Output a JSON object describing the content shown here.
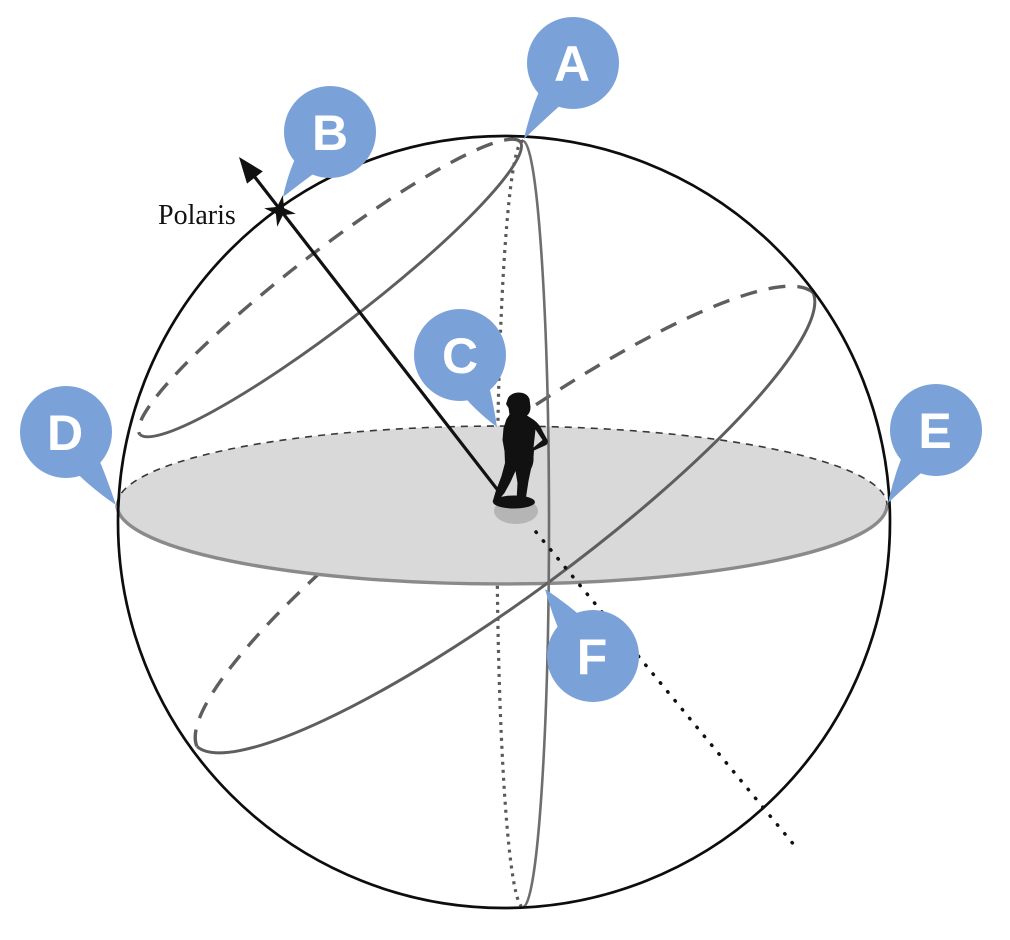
{
  "diagram": {
    "type": "celestial-sphere-observer-diagram",
    "polaris_label": "Polaris",
    "markers": [
      {
        "label": "A"
      },
      {
        "label": "B"
      },
      {
        "label": "C"
      },
      {
        "label": "D"
      },
      {
        "label": "E"
      },
      {
        "label": "F"
      }
    ],
    "colors": {
      "marker_fill": "#7BA2D8",
      "marker_text": "#FFFFFF",
      "horizon_fill": "#D9D9D9",
      "horizon_front_edge": "#8A8A8A",
      "horizon_back_edge": "#383838",
      "great_circle": "#5E5E5E",
      "meridian": "#6E6E6E",
      "sphere_outline": "#0D0D0D",
      "ink": "#111111",
      "shadow": "#B5B5B5"
    }
  }
}
